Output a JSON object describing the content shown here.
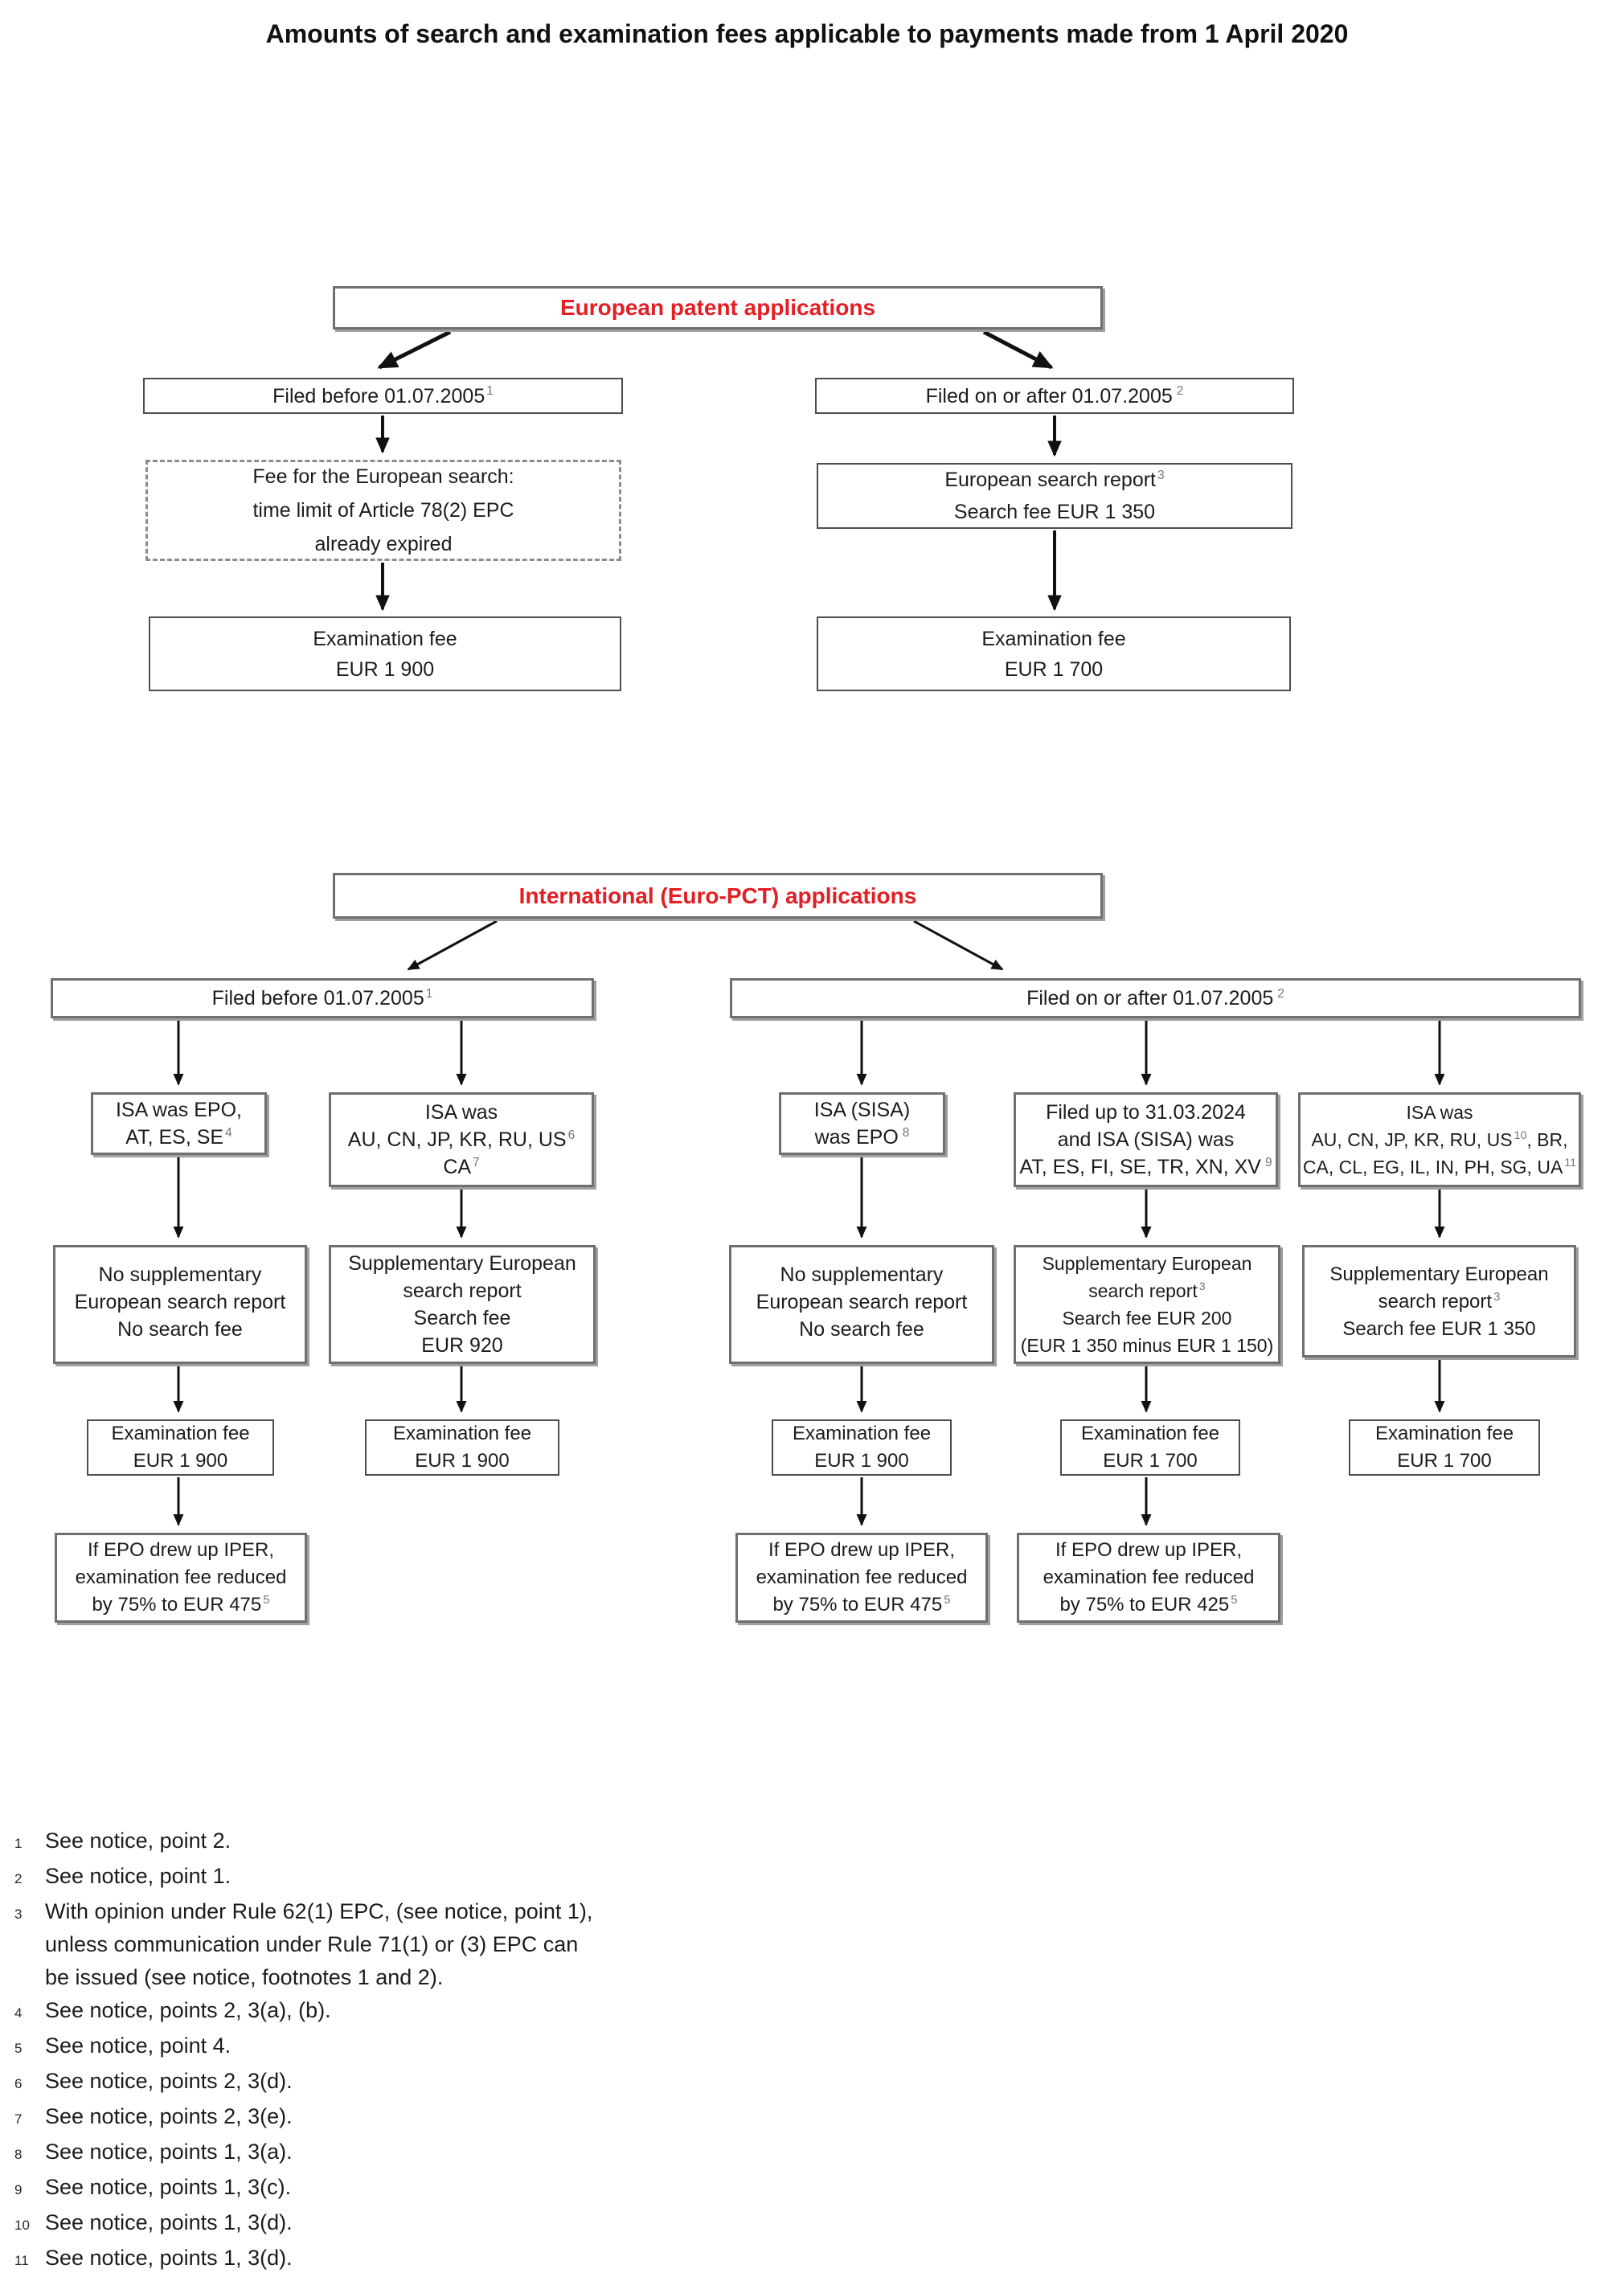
{
  "title": "Amounts of search and examination fees applicable to payments made from 1 April 2020",
  "colors": {
    "accent_red": "#e31e24"
  },
  "chart1": {
    "header": "European patent applications",
    "filed_before": {
      "text": "Filed before 01.07.2005",
      "sup": "1"
    },
    "filed_after": {
      "text": "Filed on or after 01.07.2005",
      "sup": "2"
    },
    "fee_expired": {
      "line1": "Fee for the European search:",
      "line2": "time limit of Article 78(2) EPC",
      "line3": "already expired"
    },
    "search_report": {
      "line1": "European search report",
      "line1_sup": "3",
      "line2": "Search fee EUR 1 350"
    },
    "exam_left": {
      "line1": "Examination fee",
      "line2": "EUR 1 900"
    },
    "exam_right": {
      "line1": "Examination fee",
      "line2": "EUR 1 700"
    }
  },
  "chart2": {
    "header": "International (Euro-PCT) applications",
    "filed_before": {
      "text": "Filed before 01.07.2005",
      "sup": "1"
    },
    "filed_after": {
      "text": "Filed on or after 01.07.2005",
      "sup": "2"
    },
    "isa_epo": {
      "line1": "ISA was EPO,",
      "line2": "AT, ES, SE",
      "line2_sup": "4"
    },
    "isa_au_cn": {
      "line1": "ISA was",
      "line2": "AU, CN, JP, KR, RU, US",
      "line2_sup": "6",
      "line3": "CA",
      "line3_sup": "7"
    },
    "isa_sisa_epo": {
      "line1": "ISA (SISA)",
      "line2": "was EPO",
      "line2_sup": "8"
    },
    "isa_sisa_list": {
      "line1": "Filed up to 31.03.2024",
      "line2": "and ISA (SISA) was",
      "line3": "AT, ES, FI, SE, TR, XN, XV",
      "line3_sup": "9"
    },
    "isa_extended": {
      "line1": "ISA was",
      "line2": "AU, CN, JP, KR, RU, US",
      "line2_sup": "10",
      "line2_tail": ", BR,",
      "line3": "CA, CL, EG, IL, IN, PH, SG, UA",
      "line3_sup": "11"
    },
    "search1": {
      "line1": "No supplementary",
      "line2": "European search report",
      "line3": "No search fee"
    },
    "search2": {
      "line1": "Supplementary European",
      "line2": "search report",
      "line3": "Search fee",
      "line4": "EUR 920"
    },
    "search3": {
      "line1": "No supplementary",
      "line2": "European search report",
      "line3": "No search fee"
    },
    "search4": {
      "line1": "Supplementary European",
      "line2": "search report",
      "line2_sup": "3",
      "line3": "Search fee EUR 200",
      "line4": "(EUR 1 350 minus EUR 1 150)"
    },
    "search5": {
      "line1": "Supplementary European",
      "line2": "search report",
      "line2_sup": "3",
      "line3": "Search fee EUR 1 350"
    },
    "exams": [
      {
        "line1": "Examination fee",
        "line2": "EUR 1 900"
      },
      {
        "line1": "Examination fee",
        "line2": "EUR 1 900"
      },
      {
        "line1": "Examination fee",
        "line2": "EUR 1 900"
      },
      {
        "line1": "Examination fee",
        "line2": "EUR 1 700"
      },
      {
        "line1": "Examination fee",
        "line2": "EUR 1 700"
      }
    ],
    "iper1": {
      "line1": "If EPO drew up IPER,",
      "line2": "examination fee reduced",
      "line3": "by 75% to EUR 475",
      "line3_sup": "5"
    },
    "iper3": {
      "line1": "If EPO drew up IPER,",
      "line2": "examination fee reduced",
      "line3": "by 75% to EUR 475",
      "line3_sup": "5"
    },
    "iper4": {
      "line1": "If EPO drew up IPER,",
      "line2": "examination fee reduced",
      "line3": "by 75% to EUR 425",
      "line3_sup": "5"
    }
  },
  "footnotes": [
    {
      "sup": "1",
      "lines": [
        "See notice, point 2."
      ]
    },
    {
      "sup": "2",
      "lines": [
        "See notice, point 1."
      ]
    },
    {
      "sup": "3",
      "lines": [
        "With opinion under Rule 62(1) EPC, (see notice, point 1),",
        "unless communication under Rule 71(1) or (3) EPC can",
        "be issued (see notice, footnotes 1 and 2)."
      ]
    },
    {
      "sup": "4",
      "lines": [
        "See notice, points 2, 3(a), (b)."
      ]
    },
    {
      "sup": "5",
      "lines": [
        "See notice, point 4."
      ]
    },
    {
      "sup": "6",
      "lines": [
        "See notice, points 2, 3(d)."
      ]
    },
    {
      "sup": "7",
      "lines": [
        "See notice, points 2, 3(e)."
      ]
    },
    {
      "sup": "8",
      "lines": [
        "See notice, points 1, 3(a)."
      ]
    },
    {
      "sup": "9",
      "lines": [
        "See notice, points 1, 3(c)."
      ]
    },
    {
      "sup": "10",
      "lines": [
        "See notice, points 1, 3(d)."
      ]
    },
    {
      "sup": "11",
      "lines": [
        "See notice, points 1, 3(d)."
      ]
    }
  ]
}
